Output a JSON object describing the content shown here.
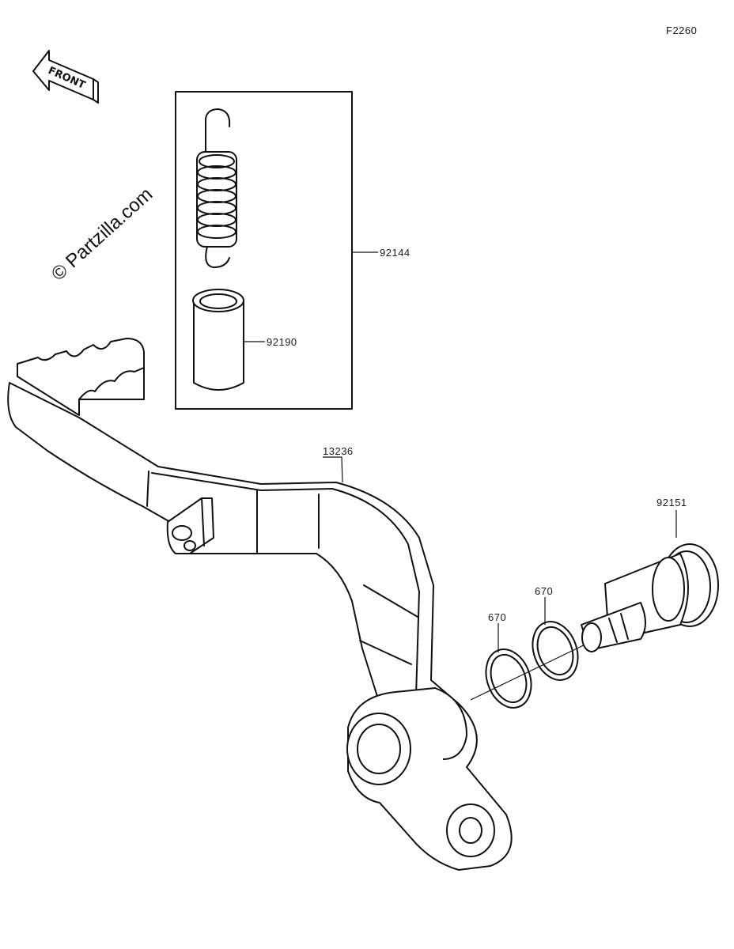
{
  "figure_code": "F2260",
  "front_label": "FRONT",
  "watermark": "© Partzilla.com",
  "parts": {
    "spring_set": "92144",
    "sleeve": "92190",
    "pedal": "13236",
    "shaft": "92151",
    "oring_upper": "670",
    "oring_lower": "670"
  }
}
